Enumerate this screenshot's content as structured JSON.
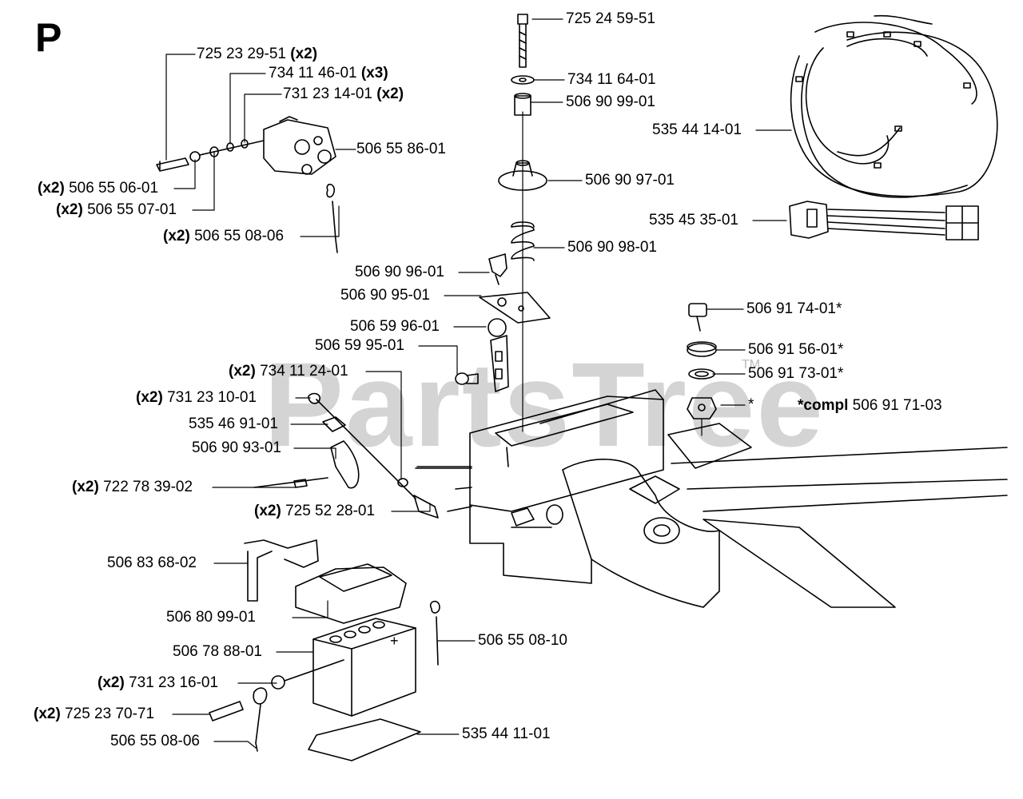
{
  "section_letter": "P",
  "watermark": "PartsTree",
  "trademark": "TM",
  "labels": [
    {
      "id": "l1",
      "qty": "",
      "part": "725 23 29-51",
      "suffix": "(x2)"
    },
    {
      "id": "l2",
      "qty": "",
      "part": "734 11 46-01",
      "suffix": "(x3)"
    },
    {
      "id": "l3",
      "qty": "",
      "part": "731 23 14-01",
      "suffix": "(x2)"
    },
    {
      "id": "l4",
      "qty": "",
      "part": "506 55 86-01",
      "suffix": ""
    },
    {
      "id": "l5",
      "qty": "(x2)",
      "part": "506 55 06-01",
      "suffix": ""
    },
    {
      "id": "l6",
      "qty": "(x2)",
      "part": "506 55 07-01",
      "suffix": ""
    },
    {
      "id": "l7",
      "qty": "(x2)",
      "part": "506 55 08-06",
      "suffix": ""
    },
    {
      "id": "l8",
      "qty": "",
      "part": "725 24 59-51",
      "suffix": ""
    },
    {
      "id": "l9",
      "qty": "",
      "part": "734 11 64-01",
      "suffix": ""
    },
    {
      "id": "l10",
      "qty": "",
      "part": "506 90 99-01",
      "suffix": ""
    },
    {
      "id": "l11",
      "qty": "",
      "part": "506 90 97-01",
      "suffix": ""
    },
    {
      "id": "l12",
      "qty": "",
      "part": "506 90 98-01",
      "suffix": ""
    },
    {
      "id": "l13",
      "qty": "",
      "part": "506 90 96-01",
      "suffix": ""
    },
    {
      "id": "l14",
      "qty": "",
      "part": "506 90 95-01",
      "suffix": ""
    },
    {
      "id": "l15",
      "qty": "",
      "part": "506 59 96-01",
      "suffix": ""
    },
    {
      "id": "l16",
      "qty": "",
      "part": "506 59 95-01",
      "suffix": ""
    },
    {
      "id": "l17",
      "qty": "(x2)",
      "part": "734 11 24-01",
      "suffix": ""
    },
    {
      "id": "l18",
      "qty": "(x2)",
      "part": "731 23 10-01",
      "suffix": ""
    },
    {
      "id": "l19",
      "qty": "",
      "part": "535 46 91-01",
      "suffix": ""
    },
    {
      "id": "l20",
      "qty": "",
      "part": "506 90 93-01",
      "suffix": ""
    },
    {
      "id": "l21",
      "qty": "(x2)",
      "part": "722 78 39-02",
      "suffix": ""
    },
    {
      "id": "l22",
      "qty": "(x2)",
      "part": "725 52 28-01",
      "suffix": ""
    },
    {
      "id": "l23",
      "qty": "",
      "part": "535 44 14-01",
      "suffix": ""
    },
    {
      "id": "l24",
      "qty": "",
      "part": "535 45 35-01",
      "suffix": ""
    },
    {
      "id": "l25",
      "qty": "",
      "part": "506 91 74-01*",
      "suffix": ""
    },
    {
      "id": "l26",
      "qty": "",
      "part": "506 91 56-01*",
      "suffix": ""
    },
    {
      "id": "l27",
      "qty": "",
      "part": "506 91 73-01*",
      "suffix": ""
    },
    {
      "id": "l28",
      "qty": "",
      "part": "*",
      "suffix": ""
    },
    {
      "id": "l29",
      "qty": "*compl",
      "part": "506 91 71-03",
      "suffix": ""
    },
    {
      "id": "l30",
      "qty": "",
      "part": "506 83 68-02",
      "suffix": ""
    },
    {
      "id": "l31",
      "qty": "",
      "part": "506 80 99-01",
      "suffix": ""
    },
    {
      "id": "l32",
      "qty": "",
      "part": "506 78 88-01",
      "suffix": ""
    },
    {
      "id": "l33",
      "qty": "",
      "part": "506 55 08-10",
      "suffix": ""
    },
    {
      "id": "l34",
      "qty": "(x2)",
      "part": "731 23 16-01",
      "suffix": ""
    },
    {
      "id": "l35",
      "qty": "(x2)",
      "part": "725 23 70-71",
      "suffix": ""
    },
    {
      "id": "l36",
      "qty": "",
      "part": "506 55 08-06",
      "suffix": ""
    },
    {
      "id": "l37",
      "qty": "",
      "part": "535 44 11-01",
      "suffix": ""
    }
  ]
}
